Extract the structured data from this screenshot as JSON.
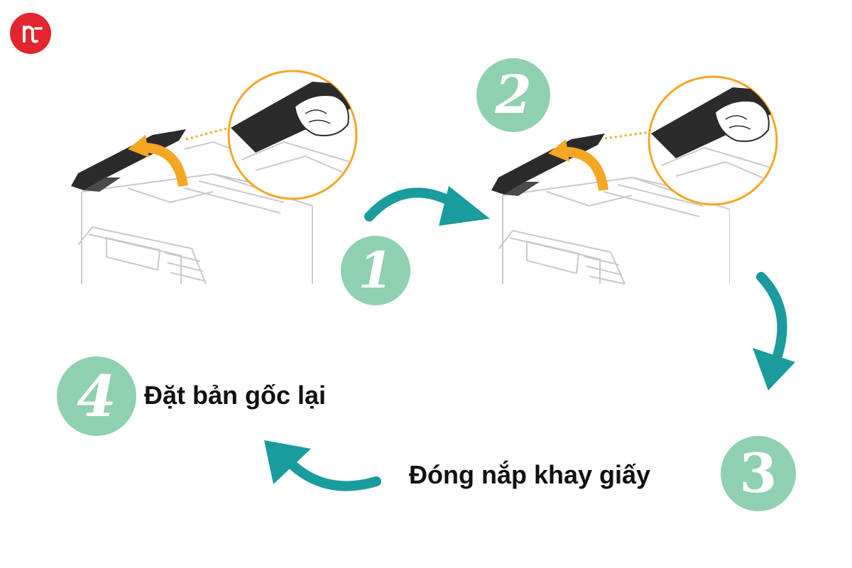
{
  "logo": {
    "mark": "ʮ",
    "color": "#e3262d"
  },
  "colors": {
    "badge": "#8fd0b0",
    "arrow_teal": "#1a9b9e",
    "callout_orange": "#f5a623",
    "line_art": "#c9c9c9",
    "cover_dark": "#2b2b2b"
  },
  "steps": [
    {
      "number": "1",
      "label": ""
    },
    {
      "number": "2",
      "label": ""
    },
    {
      "number": "3",
      "label": "Đóng nắp khay giấy"
    },
    {
      "number": "4",
      "label": "Đặt bản gốc lại"
    }
  ]
}
